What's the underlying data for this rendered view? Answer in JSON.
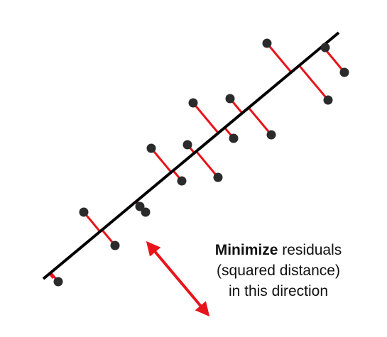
{
  "caption": {
    "emphasis": "Minimize",
    "line1_rest": " residuals",
    "line2": "(squared distance)",
    "line3": "in this direction"
  },
  "colors": {
    "fit_line": "#000000",
    "residual": "#e8141b",
    "point": "#2b2b2b",
    "arrow": "#e8141b"
  },
  "icons": {
    "direction_arrow": "double-headed-arrow-icon"
  }
}
